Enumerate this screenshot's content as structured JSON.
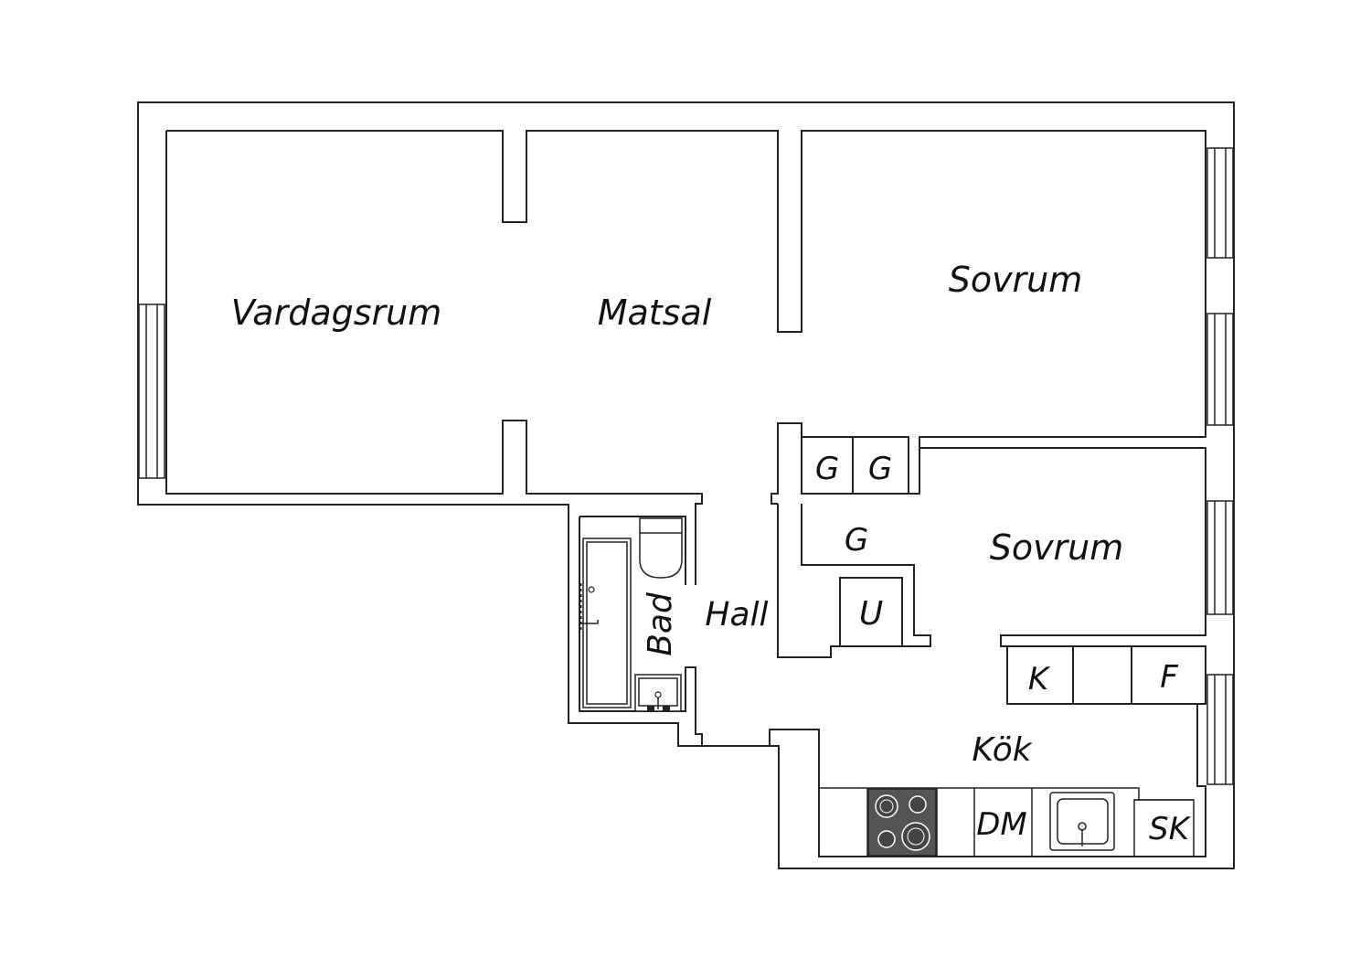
{
  "rooms": {
    "living": "Vardagsrum",
    "dining": "Matsal",
    "bedroom_1": "Sovrum",
    "bedroom_2": "Sovrum",
    "hall": "Hall",
    "bath": "Bad",
    "kitchen": "Kök"
  },
  "closets": {
    "g1": "G",
    "g2": "G",
    "g3": "G",
    "u": "U",
    "k": "K",
    "f": "F",
    "dm": "DM",
    "sk": "SK"
  },
  "colors": {
    "line": "#222222",
    "background": "#ffffff",
    "stove": "#555555"
  }
}
